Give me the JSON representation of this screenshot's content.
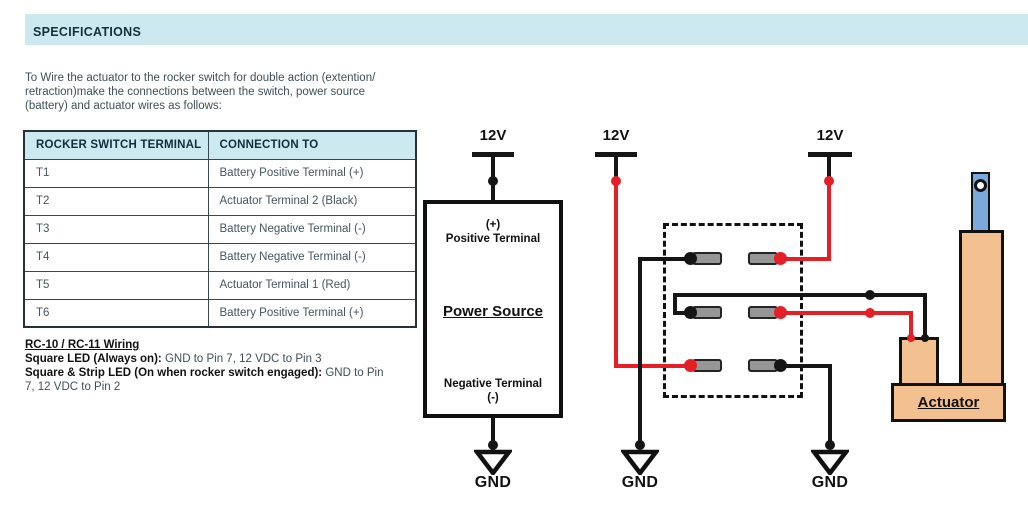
{
  "specifications": {
    "title": "SPECIFICATIONS"
  },
  "intro": {
    "lines": [
      "To Wire the actuator to the rocker switch for double action (extention/",
      "retraction)make the connections between the switch, power source",
      "(battery) and actuator wires as follows:"
    ]
  },
  "table": {
    "headers": [
      "ROCKER SWITCH TERMINAL",
      "CONNECTION TO"
    ],
    "rows": [
      [
        "T1",
        "Battery Positive Terminal (+)"
      ],
      [
        "T2",
        "Actuator Terminal 2 (Black)"
      ],
      [
        "T3",
        "Battery Negative Terminal (-)"
      ],
      [
        "T4",
        "Battery Negative Terminal (-)"
      ],
      [
        "T5",
        "Actuator Terminal 1 (Red)"
      ],
      [
        "T6",
        "Battery Positive Terminal (+)"
      ]
    ]
  },
  "wiring_notes": {
    "heading": "RC-10 / RC-11 Wiring",
    "note1_label": "Square LED (Always on):",
    "note1_value": "GND to Pin 7, 12 VDC to Pin 3",
    "note2_label": "Square & Strip LED (On when rocker switch engaged):",
    "note2_value": "GND to Pin",
    "note2_continuation": "7, 12 VDC to Pin 2"
  },
  "diagram": {
    "supply_labels": [
      "12V",
      "12V",
      "12V"
    ],
    "ground_labels": [
      "GND",
      "GND",
      "GND"
    ],
    "power_source": {
      "positive_symbol": "(+)",
      "positive_label": "Positive Terminal",
      "title": "Power Source",
      "negative_label": "Negative Terminal",
      "negative_symbol": "(-)"
    },
    "actuator": {
      "label": "Actuator"
    },
    "colors": {
      "wire_black": "#151515",
      "wire_red": "#e41f26",
      "terminal_gray": "#969696",
      "actuator_body": "#f3c08f",
      "actuator_rod": "#7ba9d9",
      "header_bar_bg": "#cde9f0",
      "header_text": "#16303c"
    }
  }
}
